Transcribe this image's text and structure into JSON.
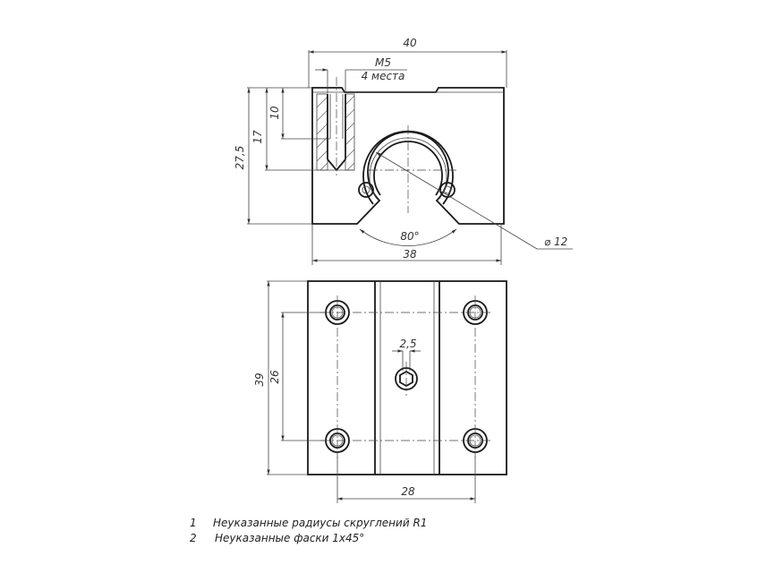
{
  "front_view": {
    "dim_width_top": "40",
    "dim_thread": "M5",
    "dim_thread_count": "4 места",
    "dim_height_total": "27,5",
    "dim_height_axis": "17",
    "dim_thread_depth": "10",
    "dim_bore": "⌀ 12",
    "dim_angle": "80°",
    "dim_width_bottom": "38"
  },
  "top_view": {
    "dim_height": "39",
    "dim_hole_spacing_v": "26",
    "dim_hole_spacing_h": "28",
    "dim_grease_hole": "2,5"
  },
  "notes": [
    {
      "num": "1",
      "text": "Неуказанные радиусы скруглений R1"
    },
    {
      "num": "2",
      "text": "Неуказанные фаски 1х45°"
    }
  ]
}
